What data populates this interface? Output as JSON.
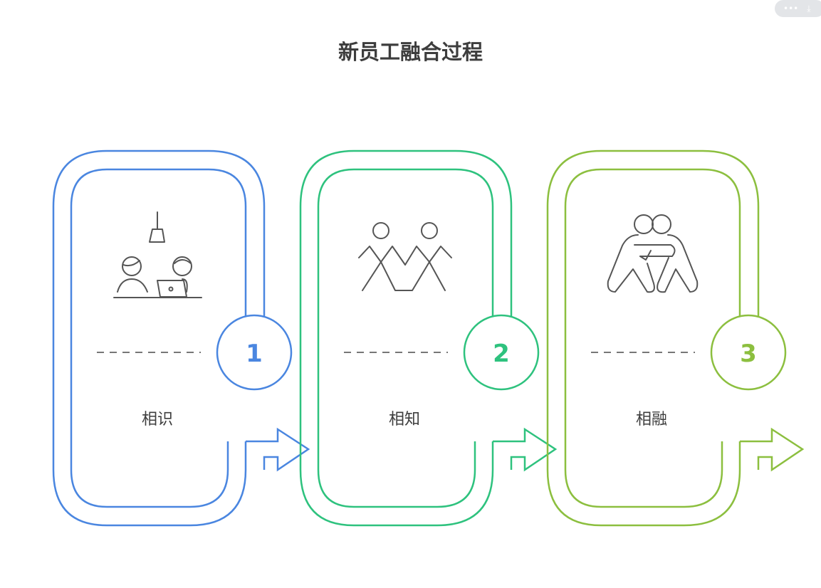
{
  "title": "新员工融合过程",
  "toolbar": {
    "more_icon": "more-icon",
    "download_icon": "download-icon"
  },
  "steps": [
    {
      "number": "1",
      "label": "相识",
      "color": "#4a86e0",
      "icon": "meeting-icon"
    },
    {
      "number": "2",
      "label": "相知",
      "color": "#2ec27e",
      "icon": "holding-hands-icon"
    },
    {
      "number": "3",
      "label": "相融",
      "color": "#8cbf3f",
      "icon": "hug-icon"
    }
  ]
}
